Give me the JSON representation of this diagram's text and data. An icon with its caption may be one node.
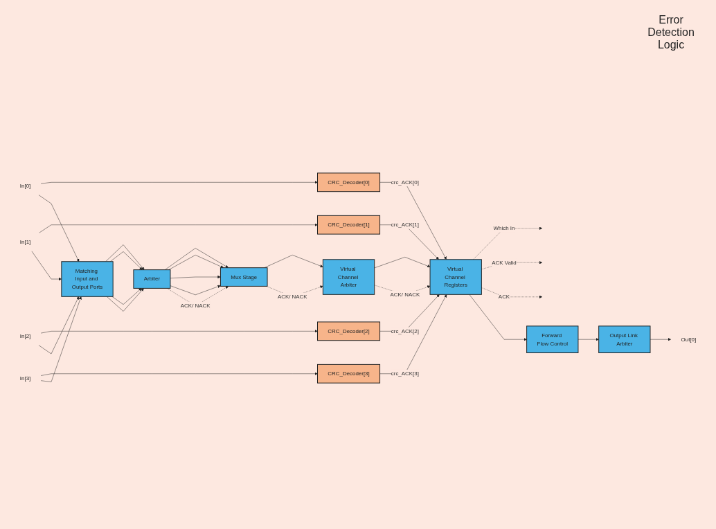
{
  "diagram": {
    "nodes": [
      {
        "text": [
          "CRC_Decoder[3]"
        ]
      },
      {
        "text": [
          "CRC_Decoder[2]"
        ]
      },
      {
        "text": [
          "CRC_Decoder[1]"
        ]
      },
      {
        "text": [
          "CRC_Decoder[0]"
        ]
      },
      {
        "text": [
          "In[0]"
        ]
      },
      {
        "text": [
          "In[1]"
        ]
      },
      {
        "text": [
          "In[2]"
        ]
      },
      {
        "text": [
          "In[3]"
        ]
      },
      {
        "text": [
          "Matching Input and Output Ports"
        ]
      },
      {
        "text": [
          "Arbiter"
        ]
      },
      {
        "text": [
          "Mux Stage"
        ]
      },
      {
        "text": [
          "Virtual Channel Arbiter"
        ]
      },
      {
        "text": [
          "Virtual Channel Registers"
        ]
      },
      {
        "text": [
          "Forward Flow Control"
        ]
      },
      {
        "text": [
          "Output Link Arbiter"
        ]
      },
      {
        "text": [
          "Out[0]"
        ]
      }
    ],
    "edges": [
      {
        "from": 7,
        "to": 0,
        "arrow": "to"
      },
      {
        "from": 6,
        "to": 1,
        "arrow": "to"
      },
      {
        "from": 5,
        "to": 2,
        "arrow": "to"
      },
      {
        "from": 4,
        "to": 3,
        "arrow": "to"
      },
      {
        "from": 0,
        "to": 12,
        "label": "crc_ACK[3]",
        "arrow": "to"
      },
      {
        "from": 1,
        "to": 12,
        "label": "crc_ACK[2]",
        "arrow": "to"
      },
      {
        "from": 2,
        "to": 12,
        "label": "crc_ACK[1]",
        "arrow": "to"
      },
      {
        "from": 3,
        "to": 12,
        "label": "crc_ACK[0]",
        "arrow": "to"
      },
      {
        "from": 4,
        "to": 8,
        "arrow": "to"
      },
      {
        "from": 5,
        "to": 8,
        "arrow": "to"
      },
      {
        "from": 6,
        "to": 8,
        "arrow": "to"
      },
      {
        "from": 7,
        "to": 8,
        "arrow": "to"
      },
      {
        "from": 8,
        "to": 9,
        "arrow": "to"
      },
      {
        "from": 8,
        "to": 9,
        "arrow": "to"
      },
      {
        "from": 8,
        "to": 9,
        "arrow": "to"
      },
      {
        "from": 8,
        "to": 9,
        "arrow": "to"
      },
      {
        "from": 9,
        "to": 10,
        "arrow": "to"
      },
      {
        "from": 9,
        "to": 10,
        "arrow": "to"
      },
      {
        "from": 9,
        "to": 10,
        "arrow": "to"
      },
      {
        "from": 9,
        "to": 10,
        "arrow": "to"
      },
      {
        "from": 9,
        "to": 10,
        "label": "ACK/ NACK",
        "arrow": "to",
        "style": "dashed"
      },
      {
        "from": 10,
        "to": 11,
        "arrow": "to"
      },
      {
        "from": 10,
        "to": 11,
        "label": "ACK/ NACK",
        "arrow": "to",
        "style": "dashed"
      },
      {
        "from": 11,
        "to": 12,
        "arrow": "to"
      },
      {
        "from": 11,
        "to": 12,
        "label": "ACK/ NACK",
        "arrow": "to",
        "style": "dashed"
      },
      {
        "from": 12,
        "to": null,
        "label": "Which In",
        "arrow": "to",
        "style": "dashed"
      },
      {
        "from": 12,
        "to": null,
        "label": "ACK Valid",
        "arrow": "to",
        "style": "dashed"
      },
      {
        "from": 12,
        "to": null,
        "label": "ACK",
        "arrow": "to",
        "style": "dashed"
      },
      {
        "from": 12,
        "to": 13,
        "arrow": "to"
      },
      {
        "from": 13,
        "to": 14,
        "arrow": "to"
      },
      {
        "from": 14,
        "to": 15,
        "arrow": "to"
      }
    ],
    "labels": [
      "Error Detection Logic"
    ]
  }
}
